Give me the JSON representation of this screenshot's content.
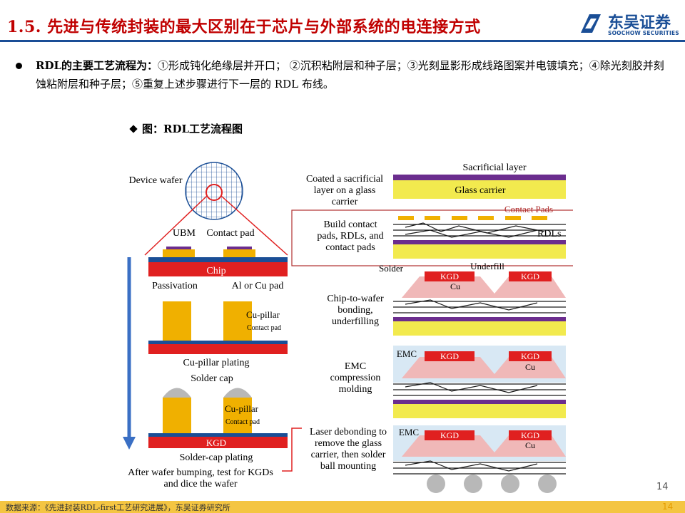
{
  "header": {
    "title": "1.5. 先进与传统封装的最大区别在于芯片与外部系统的电连接方式",
    "logo_cn": "东吴证券",
    "logo_en": "SOOCHOW SECURITIES"
  },
  "bullet": {
    "lead": "RDL的主要工艺流程为：",
    "text": "①形成钝化绝缘层并开口； ②沉积粘附层和种子层；③光刻显影形成线路图案并电镀填充；④除光刻胶并刻蚀粘附层和种子层；⑤重复上述步骤进行下一层的 RDL 布线。"
  },
  "figure_caption": "图：RDL工艺流程图",
  "diagram": {
    "left": {
      "device_wafer": "Device wafer",
      "ubm": "UBM",
      "contact_pad": "Contact pad",
      "chip": "Chip",
      "passivation": "Passivation",
      "al_cu_pad": "Al or Cu pad",
      "cu_pillar": "Cu-pillar",
      "contact_pad_small": "Contact pad",
      "cu_pillar_plating": "Cu-pillar plating",
      "solder_cap": "Solder cap",
      "kgd": "KGD",
      "solder_cap_plating": "Solder-cap plating",
      "after_bumping": "After wafer bumping, test for KGDs",
      "and_dice": "and dice the wafer"
    },
    "right": {
      "coated_1": "Coated a sacrificial",
      "coated_2": "layer on a glass",
      "coated_3": "carrier",
      "sacrificial_layer": "Sacrificial layer",
      "glass_carrier": "Glass carrier",
      "build_1": "Build contact",
      "build_2": "pads, RDLs, and",
      "build_3": "contact pads",
      "contact_pads": "Contact Pads",
      "rdls": "RDLs",
      "solder": "Solder",
      "underfill": "Underfill",
      "kgd": "KGD",
      "cu": "Cu",
      "c2w_1": "Chip-to-wafer",
      "c2w_2": "bonding,",
      "c2w_3": "underfilling",
      "emc": "EMC",
      "emc_1": "EMC",
      "emc_2": "compression",
      "emc_3": "molding",
      "laser_1": "Laser debonding to",
      "laser_2": "remove the glass",
      "laser_3": "carrier, then solder",
      "laser_4": "ball mounting"
    }
  },
  "footer": {
    "source": "数据来源：《先进封装RDL-first工艺研究进展》，东吴证券研究所",
    "page_number": "14"
  },
  "colors": {
    "title_red": "#c00000",
    "brand_blue": "#1a4e96",
    "chip_red": "#e02020",
    "pad_yellow": "#f0b000",
    "carrier_yellow": "#f2ea4e",
    "sacrificial_purple": "#6b2d8e",
    "emc_blue": "#d8e8f4",
    "footer_yellow": "#f4c542"
  }
}
